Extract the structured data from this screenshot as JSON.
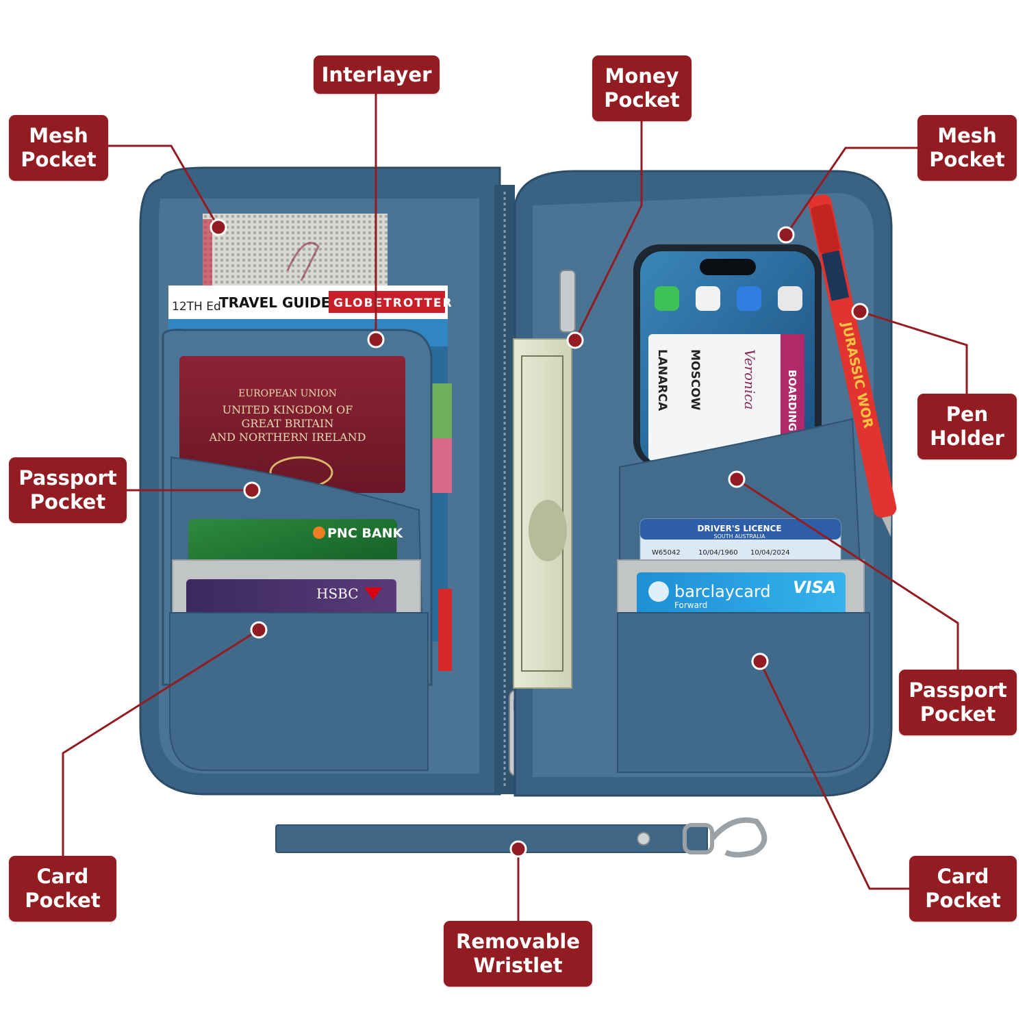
{
  "colors": {
    "label_bg": "#921c22",
    "label_text": "#ffffff",
    "leader_line": "#921c22",
    "organizer_fabric": "#3f6785",
    "organizer_fabric_dark": "#2f536f"
  },
  "labels": {
    "mesh_pocket_left": {
      "line1": "Mesh",
      "line2": "Pocket"
    },
    "interlayer": {
      "line1": "Interlayer"
    },
    "money_pocket": {
      "line1": "Money",
      "line2": "Pocket"
    },
    "mesh_pocket_right": {
      "line1": "Mesh",
      "line2": "Pocket"
    },
    "pen_holder": {
      "line1": "Pen",
      "line2": "Holder"
    },
    "passport_pocket_left": {
      "line1": "Passport",
      "line2": "Pocket"
    },
    "passport_pocket_right": {
      "line1": "Passport",
      "line2": "Pocket"
    },
    "card_pocket_left": {
      "line1": "Card",
      "line2": "Pocket"
    },
    "card_pocket_right": {
      "line1": "Card",
      "line2": "Pocket"
    },
    "removable_wristlet": {
      "line1": "Removable",
      "line2": "Wristlet"
    }
  },
  "photo_text": {
    "guide_edition": "12TH Ed",
    "guide_title": "TRAVEL GUIDE",
    "guide_brand": "GLOBETROTTER",
    "passport_line1": "EUROPEAN UNION",
    "passport_line2": "UNITED KINGDOM OF",
    "passport_line3": "GREAT BRITAIN",
    "passport_line4": "AND NORTHERN IRELAND",
    "card_bank_1": "PNC BANK",
    "card_bank_2": "HSBC",
    "boarding_header": "BOARDING PASS",
    "boarding_from": "MOSCOW",
    "boarding_to": "LANARCA",
    "boarding_name": "Veronica",
    "licence_title": "DRIVER'S LICENCE",
    "licence_region": "SOUTH AUSTRALIA",
    "licence_number": "W65042",
    "licence_dob": "10/04/1960",
    "licence_expiry": "10/04/2024",
    "barclay_name": "barclaycard",
    "barclay_sub": "Forward",
    "visa": "VISA",
    "pen_text": "JURASSIC WOR"
  },
  "icons": [
    "zipper-pull-icon",
    "banknote-icon",
    "smartphone-icon",
    "pen-icon",
    "lobster-clasp-icon"
  ]
}
